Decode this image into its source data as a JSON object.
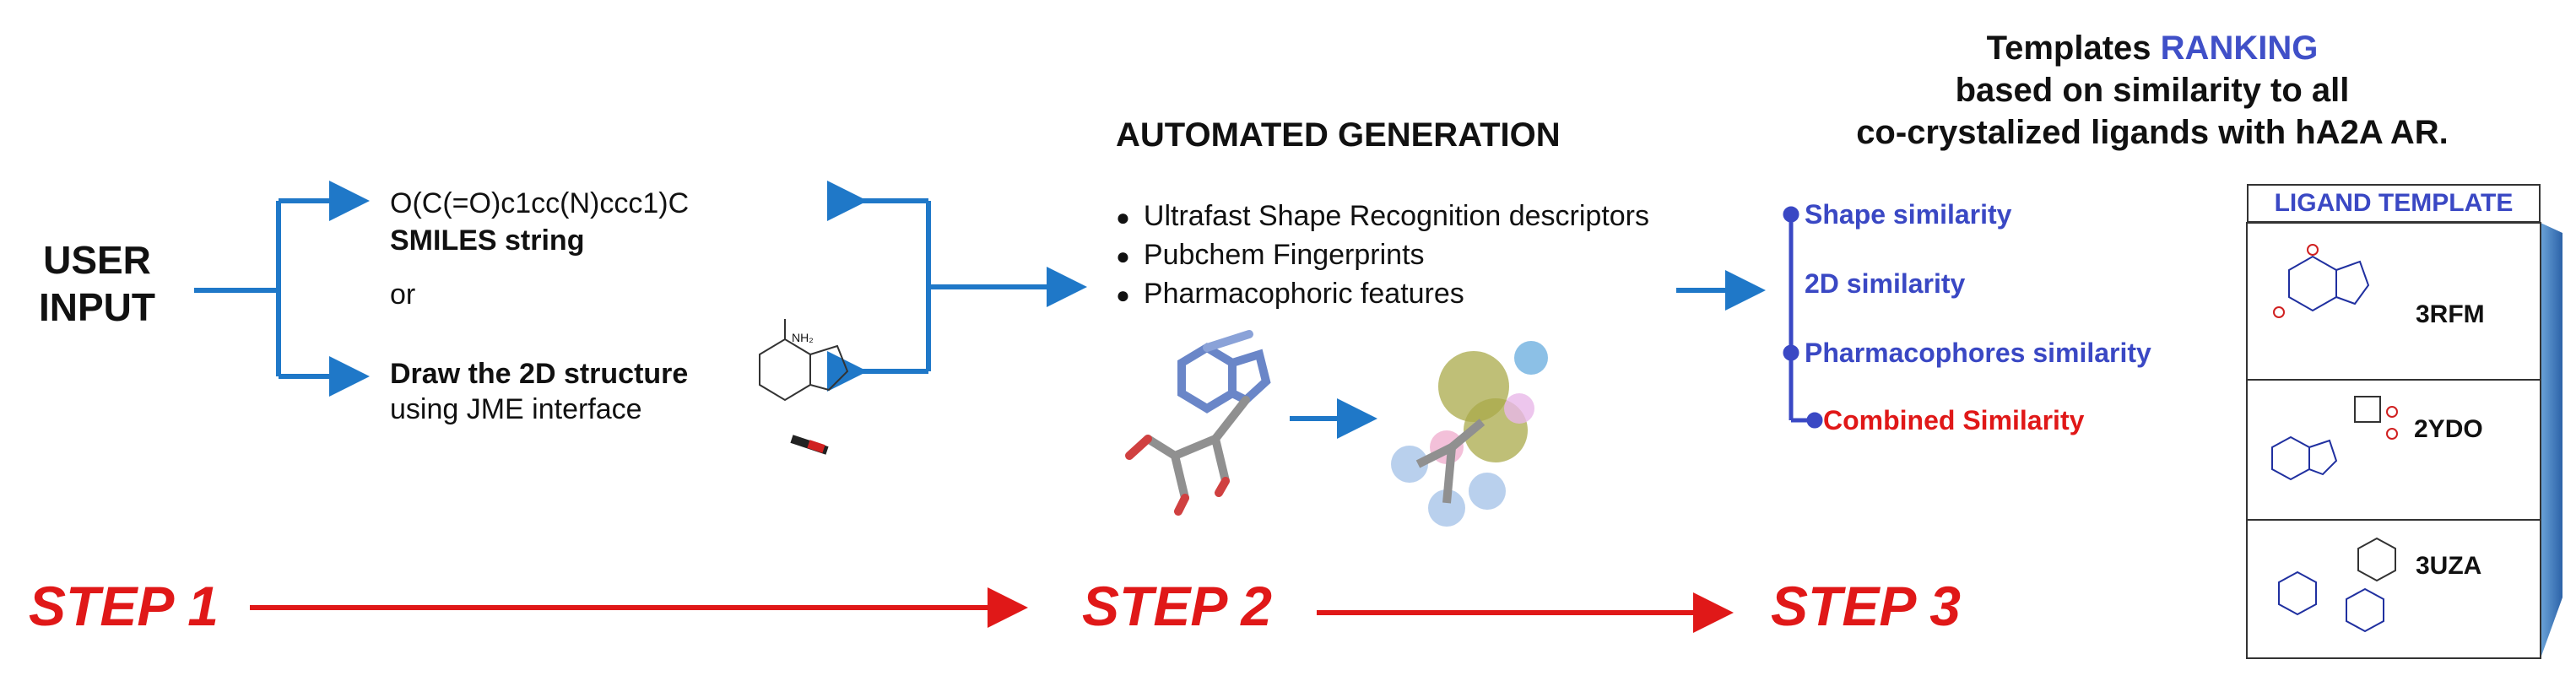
{
  "step1": {
    "user_input": "USER\nINPUT",
    "smiles_value": "O(C(=O)c1cc(N)ccc1)C",
    "smiles_label": "SMILES string",
    "or_text": "or",
    "draw_label": "Draw the 2D structure",
    "draw_sub": "using JME interface",
    "jme_sketch_text": "NH₂"
  },
  "step2": {
    "title": "AUTOMATED GENERATION",
    "bullets": [
      "Ultrafast Shape Recognition descriptors",
      "Pubchem Fingerprints",
      "Pharmacophoric features"
    ]
  },
  "step3": {
    "title_before": "Templates",
    "title_highlight": "RANKING",
    "title_line2": "based on similarity to all",
    "title_line3": "co-crystalized ligands with hA2A AR.",
    "similarities": [
      "Shape similarity",
      "2D similarity",
      "Pharmacophores similarity",
      "Combined Similarity"
    ],
    "table_header": "LIGAND  TEMPLATE",
    "templates": [
      "3RFM",
      "2YDO",
      "3UZA"
    ]
  },
  "steps": [
    "STEP 1",
    "STEP 2",
    "STEP 3"
  ],
  "colors": {
    "flow_blue": "#1f78c8",
    "step_red": "#e01818",
    "rank_blue": "#3a48c4"
  }
}
